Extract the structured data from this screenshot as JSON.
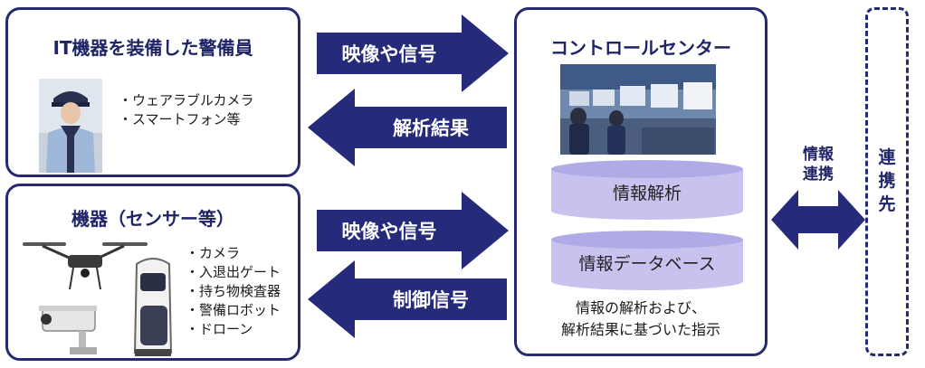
{
  "guard_box": {
    "title": "IT機器を装備した警備員",
    "bullets": [
      "・ウェアラブルカメラ",
      "・スマートフォン等"
    ]
  },
  "device_box": {
    "title": "機器（センサー等）",
    "bullets": [
      "・カメラ",
      "・入退出ゲート",
      "・持ち物検査器",
      "・警備ロボット",
      "・ドローン"
    ]
  },
  "arrows": {
    "upper_out": "映像や信号",
    "upper_back": "解析結果",
    "lower_out": "映像や信号",
    "lower_back": "制御信号"
  },
  "control_center": {
    "title": "コントロールセンター",
    "analysis": "情報解析",
    "database": "情報データベース",
    "note_line1": "情報の解析および、",
    "note_line2": "解析結果に基づいた指示"
  },
  "exchange": {
    "line1": "情報",
    "line2": "連携"
  },
  "partner": {
    "line1": "連",
    "line2": "携",
    "line3": "先"
  },
  "colors": {
    "border": "#262a6e",
    "arrow": "#262a7a",
    "cylinder_fill": "#c7c3ee",
    "cylinder_rim": "#b0aae6"
  }
}
